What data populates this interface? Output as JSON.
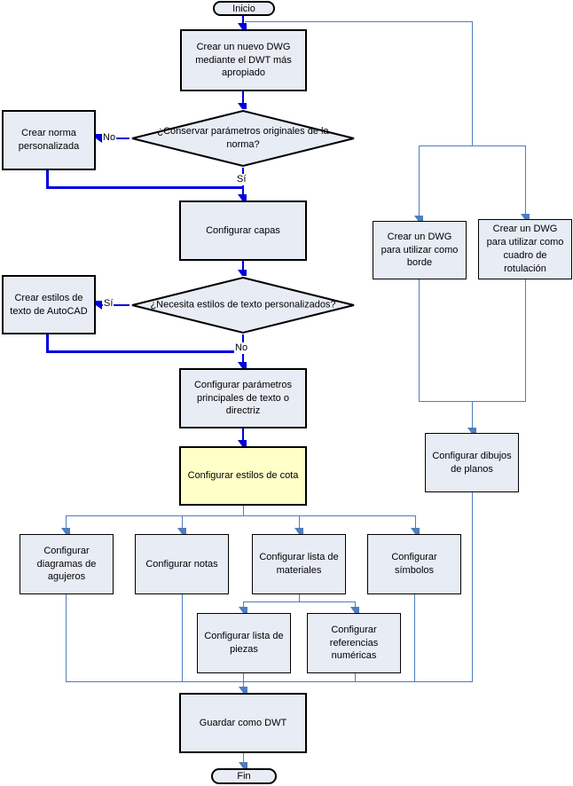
{
  "colors": {
    "connector_thin": "#4f7dbe",
    "connector_thick": "#0000dd",
    "node_fill": "#e8ecf5",
    "node_border": "#000000",
    "highlight_fill": "#ffffc8"
  },
  "nodes": {
    "start": {
      "label": "Inicio"
    },
    "create_dwg": {
      "label": "Crear un nuevo DWG mediante el DWT más apropiado"
    },
    "decision_norma": {
      "label": "¿Conservar parámetros originales de la norma?"
    },
    "crear_norma": {
      "label": "Crear norma personalizada"
    },
    "configurar_capas": {
      "label": "Configurar capas"
    },
    "decision_estilos_texto": {
      "label": "¿Necesita estilos de texto personalizados?"
    },
    "crear_estilos_texto": {
      "label": "Crear estilos de texto de AutoCAD"
    },
    "configurar_parametros": {
      "label": "Configurar parámetros principales de texto o directriz"
    },
    "configurar_estilos_cota": {
      "label": "Configurar estilos de cota"
    },
    "configurar_diagramas_agujeros": {
      "label": "Configurar diagramas de agujeros"
    },
    "configurar_notas": {
      "label": "Configurar notas"
    },
    "configurar_lista_materiales": {
      "label": "Configurar lista de materiales"
    },
    "configurar_simbolos": {
      "label": "Configurar símbolos"
    },
    "configurar_lista_piezas": {
      "label": "Configurar lista de piezas"
    },
    "configurar_referencias": {
      "label": "Configurar referencias numéricas"
    },
    "crear_dwg_borde": {
      "label": "Crear un DWG para utilizar como borde"
    },
    "crear_dwg_rotulacion": {
      "label": "Crear un DWG para utilizar como cuadro de rotulación"
    },
    "configurar_dibujos_planos": {
      "label": "Configurar dibujos de planos"
    },
    "guardar_dwt": {
      "label": "Guardar como DWT"
    },
    "fin": {
      "label": "Fin"
    }
  },
  "edge_labels": {
    "decision_norma_no": "No",
    "decision_norma_si": "Sí",
    "decision_estilos_si": "Sí",
    "decision_estilos_no": "No"
  }
}
